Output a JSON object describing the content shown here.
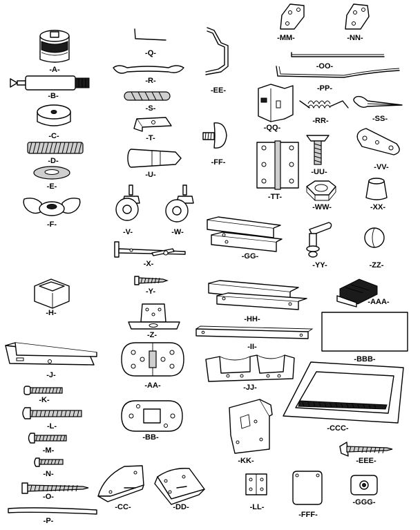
{
  "parts": [
    {
      "id": "A",
      "label": "-A-"
    },
    {
      "id": "B",
      "label": "-B-"
    },
    {
      "id": "C",
      "label": "-C-"
    },
    {
      "id": "D",
      "label": "-D-"
    },
    {
      "id": "E",
      "label": "-E-"
    },
    {
      "id": "F",
      "label": "-F-"
    },
    {
      "id": "H",
      "label": "-H-"
    },
    {
      "id": "J",
      "label": "-J-"
    },
    {
      "id": "K",
      "label": "-K-"
    },
    {
      "id": "L",
      "label": "-L-"
    },
    {
      "id": "M",
      "label": "-M-"
    },
    {
      "id": "N",
      "label": "-N-"
    },
    {
      "id": "O",
      "label": "-O-"
    },
    {
      "id": "P",
      "label": "-P-"
    },
    {
      "id": "Q",
      "label": "-Q-"
    },
    {
      "id": "R",
      "label": "-R-"
    },
    {
      "id": "S",
      "label": "-S-"
    },
    {
      "id": "T",
      "label": "-T-"
    },
    {
      "id": "U",
      "label": "-U-"
    },
    {
      "id": "V",
      "label": "-V-"
    },
    {
      "id": "W",
      "label": "-W-"
    },
    {
      "id": "X",
      "label": "-X-"
    },
    {
      "id": "Y",
      "label": "-Y-"
    },
    {
      "id": "Z",
      "label": "-Z-"
    },
    {
      "id": "AA",
      "label": "-AA-"
    },
    {
      "id": "BB",
      "label": "-BB-"
    },
    {
      "id": "CC",
      "label": "-CC-"
    },
    {
      "id": "DD",
      "label": "-DD-"
    },
    {
      "id": "EE",
      "label": "-EE-"
    },
    {
      "id": "FF",
      "label": "-FF-"
    },
    {
      "id": "GG",
      "label": "-GG-"
    },
    {
      "id": "HH",
      "label": "-HH-"
    },
    {
      "id": "II",
      "label": "-II-"
    },
    {
      "id": "JJ",
      "label": "-JJ-"
    },
    {
      "id": "KK",
      "label": "-KK-"
    },
    {
      "id": "LL",
      "label": "-LL-"
    },
    {
      "id": "MM",
      "label": "-MM-"
    },
    {
      "id": "NN",
      "label": "-NN-"
    },
    {
      "id": "OO",
      "label": "-OO-"
    },
    {
      "id": "PP",
      "label": "-PP-"
    },
    {
      "id": "QQ",
      "label": "-QQ-"
    },
    {
      "id": "RR",
      "label": "-RR-"
    },
    {
      "id": "SS",
      "label": "-SS-"
    },
    {
      "id": "TT",
      "label": "-TT-"
    },
    {
      "id": "UU",
      "label": "-UU-"
    },
    {
      "id": "VV",
      "label": "-VV-"
    },
    {
      "id": "WW",
      "label": "-WW-"
    },
    {
      "id": "XX",
      "label": "-XX-"
    },
    {
      "id": "YY",
      "label": "-YY-"
    },
    {
      "id": "ZZ",
      "label": "-ZZ-"
    },
    {
      "id": "AAA",
      "label": "-AAA-"
    },
    {
      "id": "BBB",
      "label": "-BBB-"
    },
    {
      "id": "CCC",
      "label": "-CCC-"
    },
    {
      "id": "EEE",
      "label": "-EEE-"
    },
    {
      "id": "FFF",
      "label": "-FFF-"
    },
    {
      "id": "GGG",
      "label": "-GGG-"
    }
  ]
}
